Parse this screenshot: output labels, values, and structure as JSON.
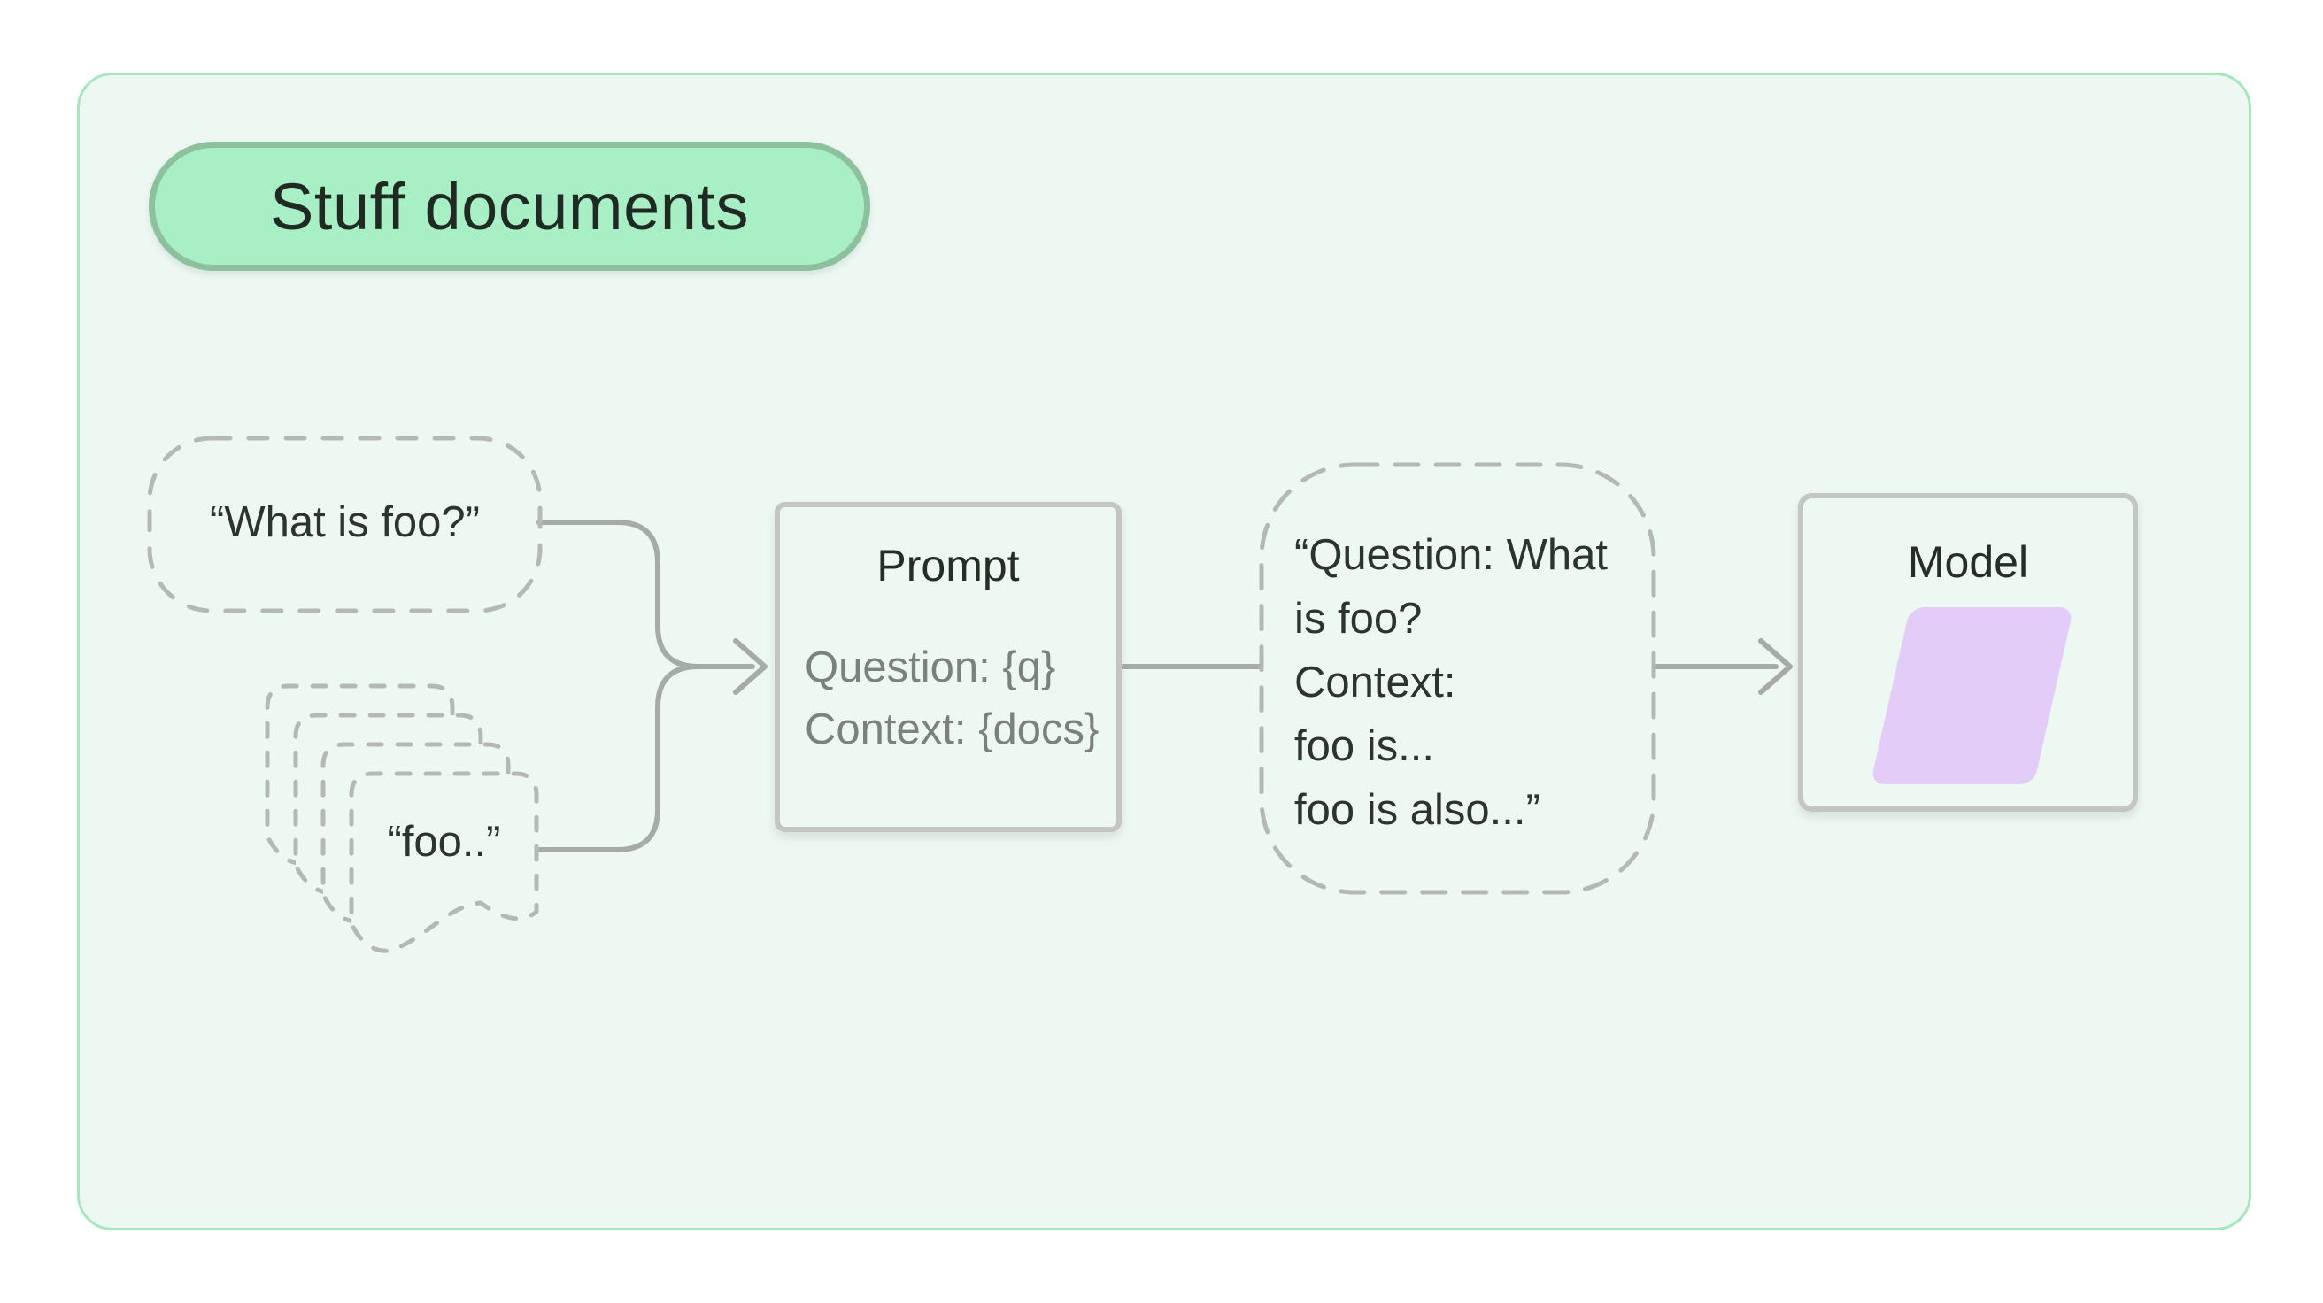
{
  "diagram": {
    "badge": {
      "label": "Stuff documents"
    },
    "nodes": {
      "question": {
        "label": "“What is foo?”"
      },
      "documents": {
        "label": "“foo..”"
      },
      "prompt": {
        "title": "Prompt",
        "lines": [
          "Question: {q}",
          "Context: {docs}"
        ]
      },
      "stuffed_prompt": {
        "lines": [
          "“Question: What",
          "is foo?",
          "Context:",
          "foo is...",
          "foo is also...”"
        ]
      },
      "model": {
        "title": "Model"
      }
    },
    "colors": {
      "page_bg": "#ffffff",
      "container_bg": "#eef8f2",
      "container_border": "#a5e7bd",
      "badge_bg": "#a9efc5",
      "badge_border": "#8dc19e",
      "badge_text": "#1f2b22",
      "connector": "#a7aba8",
      "dashed_outline": "#b5b9b6",
      "solid_box_border": "#c3c6c3",
      "text_dark": "#2d332e",
      "text_muted": "#7b817d",
      "model_shape_fill": "#e3ccf7"
    }
  }
}
